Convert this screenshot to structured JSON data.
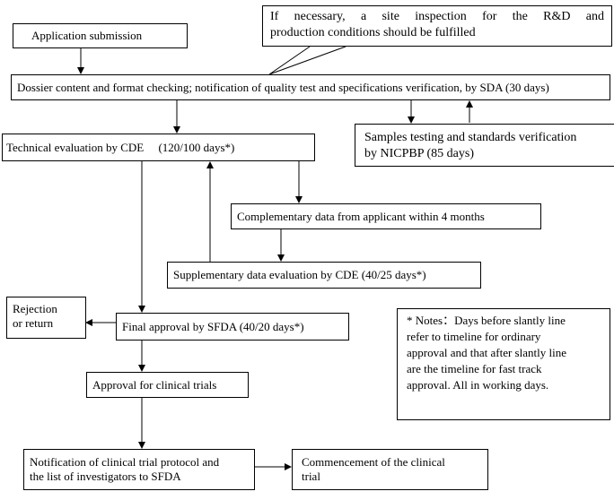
{
  "boxes": {
    "application": "Application submission",
    "inspection": {
      "line1": "If necessary, a site inspection for the R&D and",
      "line2": "production conditions should be fulfilled"
    },
    "dossier": "Dossier content and format checking; notification of quality test and specifications verification, by SDA (30 days)",
    "technical": "Technical evaluation by CDE     (120/100 days*)",
    "samples": {
      "line1": "Samples testing and standards verification",
      "line2": "by NICPBP (85 days)"
    },
    "complementary": "Complementary data from applicant within 4 months",
    "supplementary": "Supplementary data evaluation by CDE (40/25 days*)",
    "rejection": {
      "line1": "Rejection",
      "line2": "or return"
    },
    "final": "Final approval by SFDA (40/20 days*)",
    "approval": "Approval for clinical trials",
    "notification": {
      "line1": "Notification of clinical trial protocol and",
      "line2": "the list of investigators to SFDA"
    },
    "commencement": {
      "line1": "Commencement of the clinical",
      "line2": "trial"
    }
  },
  "notes": {
    "line1": "* Notes：Days before slantly line",
    "line2": "refer to timeline for ordinary",
    "line3": "approval and that after slantly line",
    "line4": "are the timeline for fast track",
    "line5": "approval. All in working days."
  }
}
